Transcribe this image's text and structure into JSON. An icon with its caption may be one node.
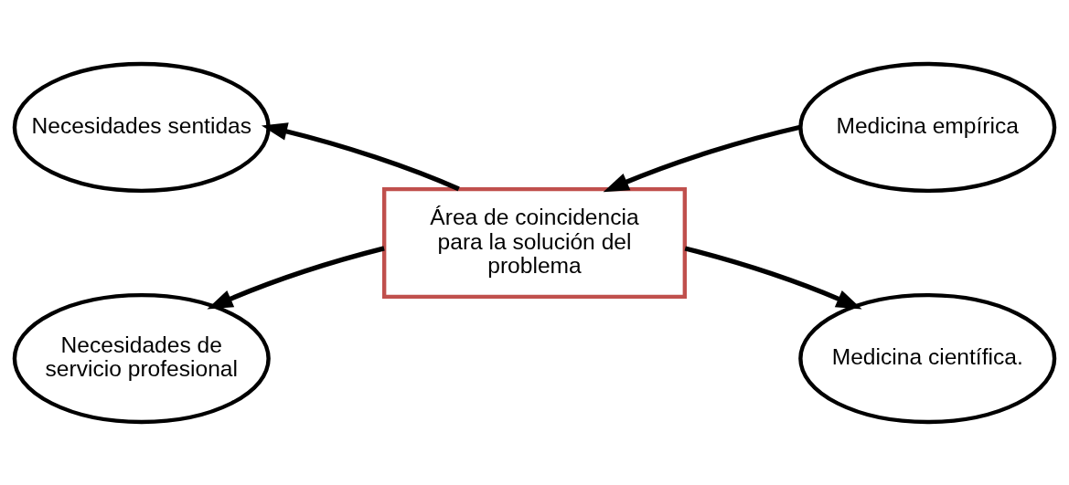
{
  "diagram": {
    "nodes": [
      {
        "text": [
          "Necesidades sentidas"
        ]
      },
      {
        "text": [
          "Medicina empírica"
        ]
      },
      {
        "text": [
          "Área de coincidencia para la solución del problema"
        ]
      },
      {
        "text": [
          "Necesidades de servicio profesional"
        ]
      },
      {
        "text": [
          "Medicina científica."
        ]
      }
    ],
    "edges": [
      {
        "from": 1,
        "to": 2,
        "arrow": "to"
      },
      {
        "from": 2,
        "to": 0,
        "arrow": "to"
      },
      {
        "from": 2,
        "to": 4,
        "arrow": "to"
      },
      {
        "from": 2,
        "to": 3,
        "arrow": "to"
      }
    ]
  }
}
